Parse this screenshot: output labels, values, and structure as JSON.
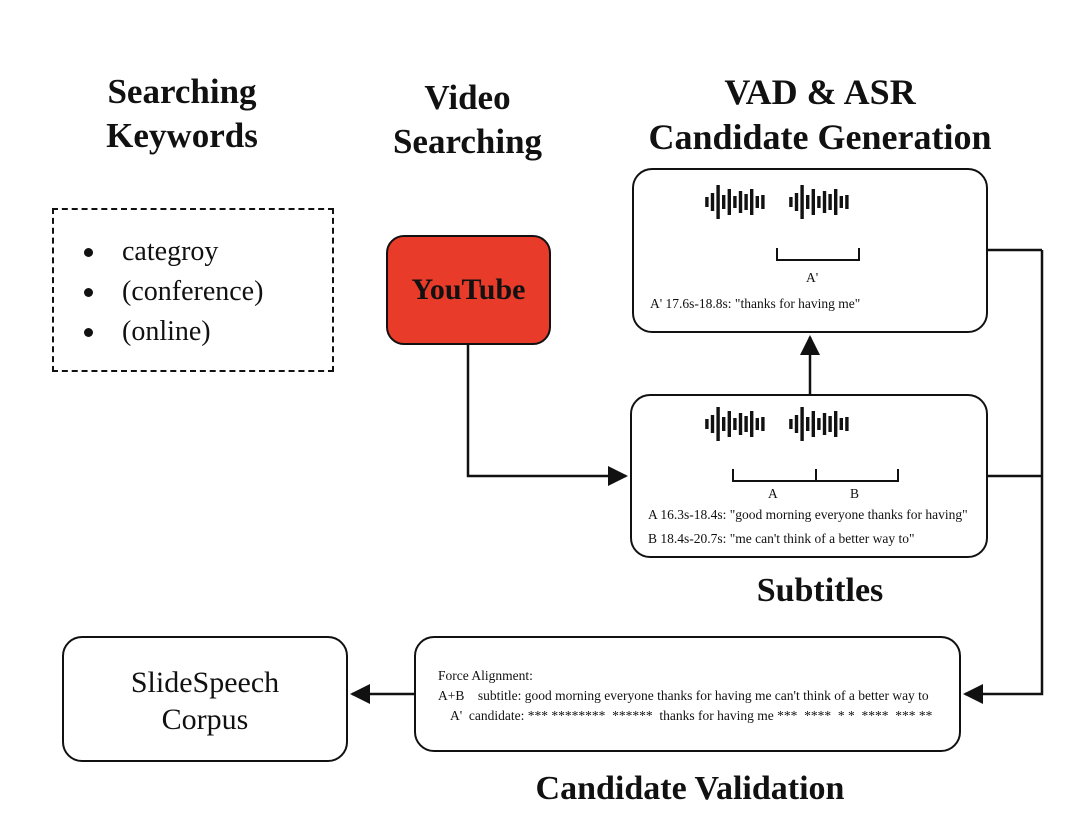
{
  "headings": {
    "keywords": [
      "Searching",
      "Keywords"
    ],
    "video": [
      "Video",
      "Searching"
    ],
    "vad": [
      "VAD & ASR",
      "Candidate Generation"
    ],
    "subtitles": "Subtitles",
    "validation": "Candidate Validation"
  },
  "keywords_list": [
    "categroy",
    "(conference)",
    "(online)"
  ],
  "youtube_label": "YouTube",
  "vad_box": {
    "segment_label": "A'",
    "line": "A' 17.6s-18.8s: \"thanks for having me\""
  },
  "subtitles_box": {
    "segment_a": "A",
    "segment_b": "B",
    "line_a": "A 16.3s-18.4s: \"good morning everyone thanks for having\"",
    "line_b": "B 18.4s-20.7s: \"me can't think of a better way to\""
  },
  "alignment_box": {
    "title": "Force Alignment:",
    "row1": "A+B    subtitle: good morning everyone thanks for having me can't think of a better way to",
    "row2": "A'  candidate: *** ********  ******  thanks for having me ***  ****  * *  ****  *** **"
  },
  "corpus": [
    "SlideSpeech",
    "Corpus"
  ],
  "colors": {
    "youtube": "#e93b2a",
    "stroke": "#111111"
  }
}
